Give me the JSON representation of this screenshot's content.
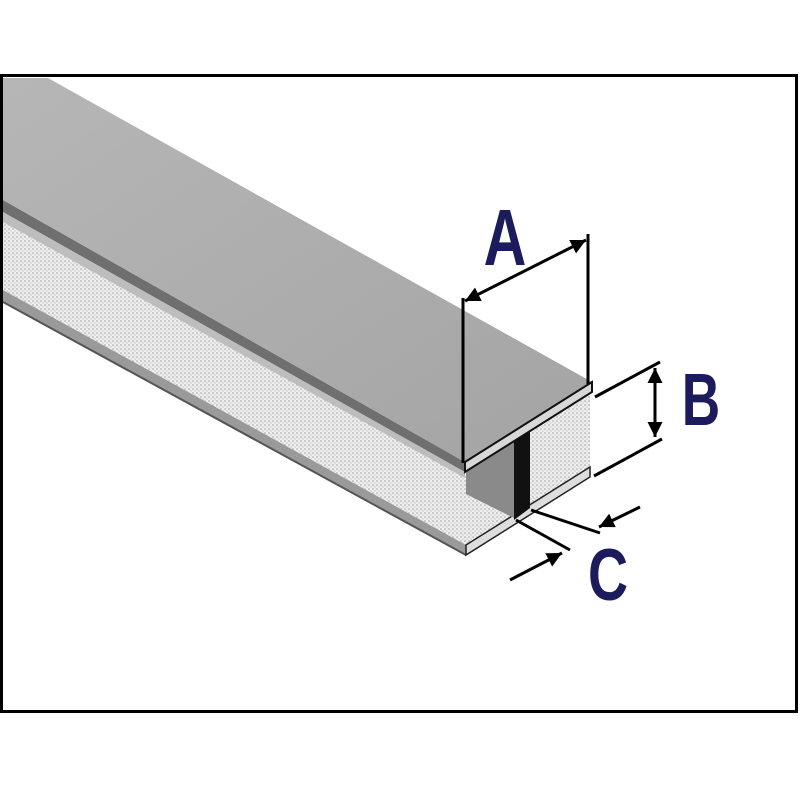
{
  "labels": {
    "a": "A",
    "b": "B",
    "c": "C"
  },
  "colors": {
    "label": "#1c1c5c",
    "frame": "#000000",
    "profile_top": "#a9a9a9",
    "edge_dark": "#6f6f6f",
    "web_end": "#111111",
    "stipple_base": "#eeeeee"
  }
}
